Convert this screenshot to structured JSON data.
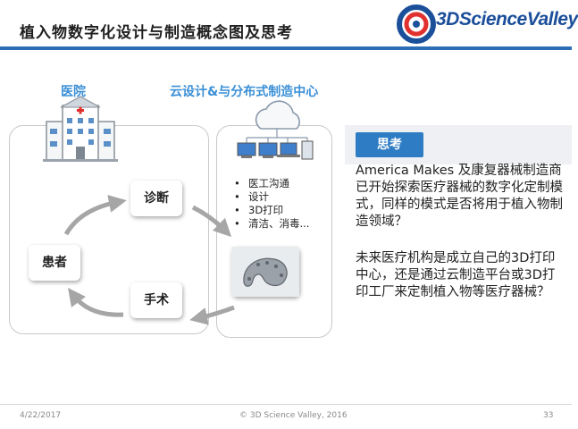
{
  "slide": {
    "title": "植入物数字化设计与制造概念图及思考",
    "logo_text": "3DScienceValley"
  },
  "diagram": {
    "hospital_label": "医院",
    "cloud_label": "云设计&与分布式制造中心",
    "nodes": {
      "diagnosis": "诊断",
      "patient": "患者",
      "surgery": "手术"
    },
    "services": [
      "医工沟通",
      "设计",
      "3D打印",
      "清洁、消毒..."
    ]
  },
  "thinking": {
    "badge": "思考",
    "paragraphs": [
      "America Makes 及康复器械制造商已开始探索医疗器械的数字化定制模式，同样的模式是否将用于植入物制造领域？",
      "未来医疗机构是成立自己的3D打印中心，还是通过云制造平台或3D打印工厂来定制植入物等医疗器械？"
    ]
  },
  "footer": {
    "date": "4/22/2017",
    "copyright": "© 3D Science Valley, 2016",
    "page": "33"
  },
  "colors": {
    "accent": "#2d6db5",
    "label_blue": "#3a8fd6",
    "badge_blue": "#2e7cc4",
    "arrow_gray": "#a6a6a6"
  }
}
